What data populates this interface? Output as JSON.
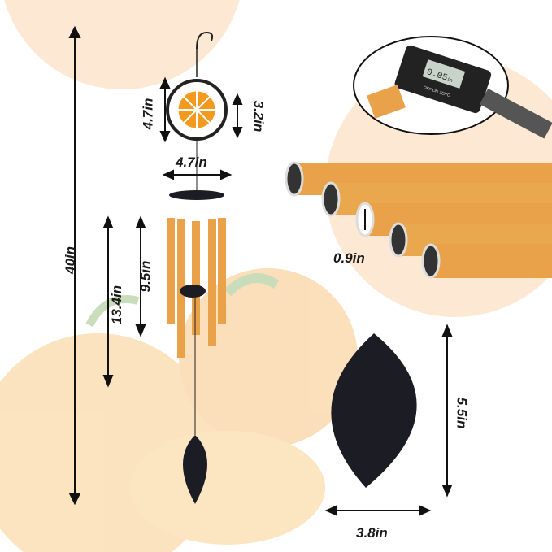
{
  "colors": {
    "orange": "#f0a040",
    "peach": "#fde8d4",
    "tube": "#e9a24a",
    "black": "#1c1c24"
  },
  "dimensions": {
    "total_length": "40in",
    "disc_height": "4.7in",
    "disc_diameter": "3.2in",
    "top_width": "4.7in",
    "longest_tube": "13.4in",
    "shortest_tube": "9.5in",
    "tube_diameter": "0.9in",
    "sail_height": "5.5in",
    "sail_width": "3.8in"
  },
  "caliper": {
    "reading": "0.05",
    "unit": "in",
    "off": "OFF",
    "on": "ON",
    "zero": "ZERO"
  }
}
